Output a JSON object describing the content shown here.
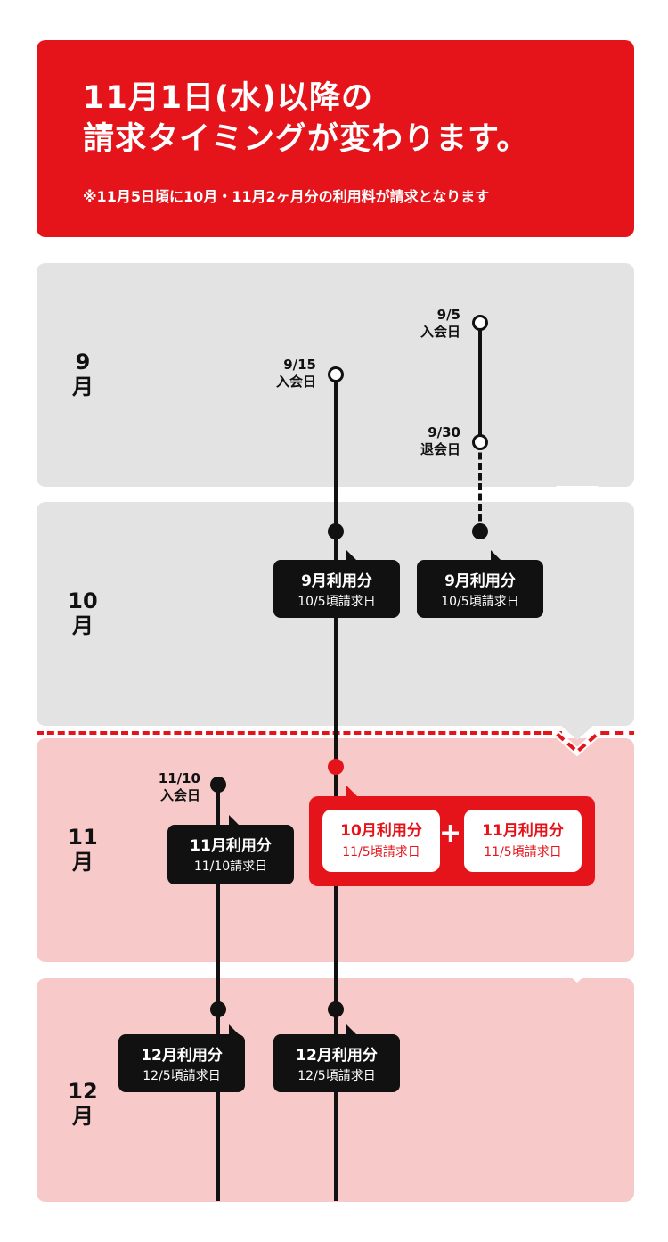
{
  "header": {
    "title_line1": "11月1日(水)以降の",
    "title_line2": "請求タイミングが変わります。",
    "note": "※11月5日頃に10月・11月2ヶ月分の利用料が請求となります"
  },
  "months": [
    "9月",
    "10月",
    "11月",
    "12月"
  ],
  "events": {
    "join_915": {
      "date": "9/15",
      "label": "入会日"
    },
    "join_95": {
      "date": "9/5",
      "label": "入会日"
    },
    "leave_930": {
      "date": "9/30",
      "label": "退会日"
    },
    "join_1110": {
      "date": "11/10",
      "label": "入会日"
    }
  },
  "bubbles": [
    {
      "title": "9月利用分",
      "sub": "10/5頃請求日"
    },
    {
      "title": "9月利用分",
      "sub": "10/5頃請求日"
    },
    {
      "title": "11月利用分",
      "sub": "11/10請求日"
    },
    {
      "title": "12月利用分",
      "sub": "12/5頃請求日"
    },
    {
      "title": "12月利用分",
      "sub": "12/5頃請求日"
    }
  ],
  "combined": {
    "a_title": "10月利用分",
    "a_sub": "11/5頃請求日",
    "plus": "+",
    "b_title": "11月利用分",
    "b_sub": "11/5頃請求日"
  },
  "colors": {
    "accent": "#e5141b",
    "gray_panel": "#e3e3e3",
    "pink_panel": "#f7c9c9"
  }
}
